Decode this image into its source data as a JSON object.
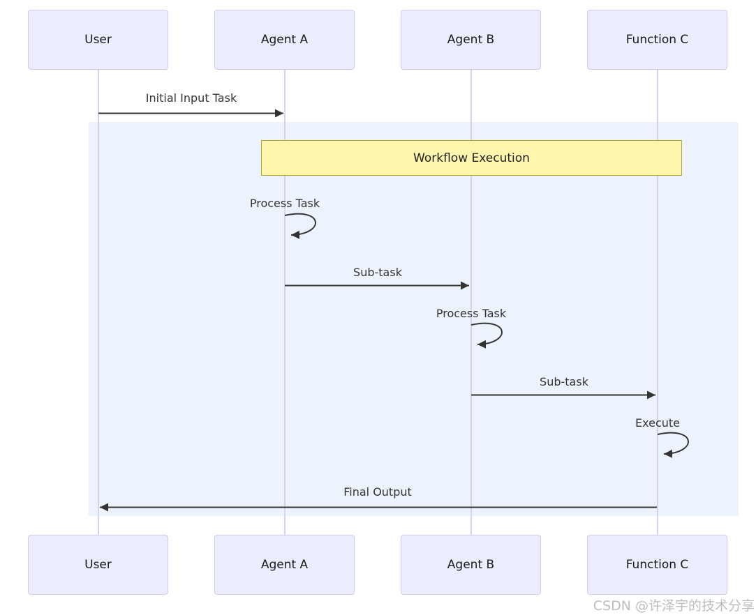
{
  "diagram": {
    "type": "sequence-diagram",
    "participants": [
      {
        "name": "User"
      },
      {
        "name": "Agent A"
      },
      {
        "name": "Agent B"
      },
      {
        "name": "Function C"
      }
    ],
    "note": {
      "label": "Workflow Execution"
    },
    "messages": [
      {
        "from": "User",
        "to": "Agent A",
        "label": "Initial Input Task",
        "kind": "arrow"
      },
      {
        "from": "Agent A",
        "to": "Agent A",
        "label": "Process Task",
        "kind": "self-loop"
      },
      {
        "from": "Agent A",
        "to": "Agent B",
        "label": "Sub-task",
        "kind": "arrow"
      },
      {
        "from": "Agent B",
        "to": "Agent B",
        "label": "Process Task",
        "kind": "self-loop"
      },
      {
        "from": "Agent B",
        "to": "Function C",
        "label": "Sub-task",
        "kind": "arrow"
      },
      {
        "from": "Function C",
        "to": "Function C",
        "label": "Execute",
        "kind": "self-loop"
      },
      {
        "from": "Function C",
        "to": "User",
        "label": "Final Output",
        "kind": "arrow"
      }
    ],
    "colors": {
      "participant_fill": "#ECECFF",
      "participant_border": "#CFCCEE",
      "lifeline": "#D9D0EE",
      "highlight_fill": "#EDF3FC",
      "note_fill": "#FFF5AD",
      "note_border": "#AAAA33",
      "arrow": "#333333",
      "text": "#333333",
      "watermark": "#BDBDBD"
    },
    "watermark": "CSDN @许泽宇的技术分享"
  }
}
